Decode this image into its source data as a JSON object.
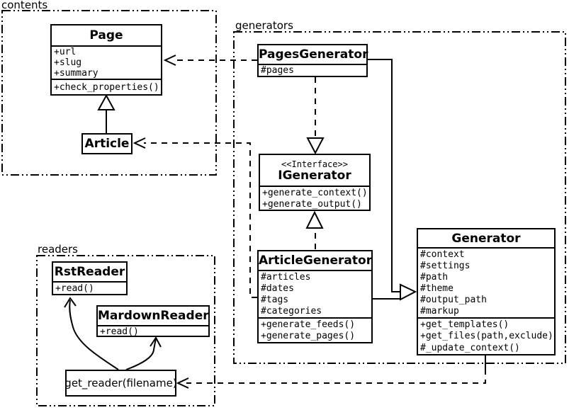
{
  "uml": {
    "packages": {
      "contents": {
        "label": "contents"
      },
      "generators": {
        "label": "generators"
      },
      "readers": {
        "label": "readers"
      }
    },
    "classes": {
      "page": {
        "name": "Page",
        "attributes": [
          "+url",
          "+slug",
          "+summary"
        ],
        "methods": [
          "+check_properties()"
        ]
      },
      "article": {
        "name": "Article"
      },
      "pages_generator": {
        "name": "PagesGenerator",
        "attributes": [
          "#pages"
        ]
      },
      "igenerator": {
        "stereotype": "<<Interface>>",
        "name": "IGenerator",
        "methods": [
          "+generate_context()",
          "+generate_output()"
        ]
      },
      "article_generator": {
        "name": "ArticleGenerator",
        "attributes": [
          "#articles",
          "#dates",
          "#tags",
          "#categories"
        ],
        "methods": [
          "+generate_feeds()",
          "+generate_pages()"
        ]
      },
      "generator": {
        "name": "Generator",
        "attributes": [
          "#context",
          "#settings",
          "#path",
          "#theme",
          "#output_path",
          "#markup"
        ],
        "methods": [
          "+get_templates()",
          "+get_files(path,exclude)",
          "#_update_context()"
        ]
      },
      "rst_reader": {
        "name": "RstReader",
        "methods": [
          "+read()"
        ]
      },
      "mardown_reader": {
        "name": "MardownReader",
        "methods": [
          "+read()"
        ]
      },
      "get_reader": {
        "label": "get_reader(filename)"
      }
    },
    "edges": [
      {
        "from": "Article",
        "to": "Page",
        "type": "inheritance"
      },
      {
        "from": "PagesGenerator",
        "to": "Page",
        "type": "dependency"
      },
      {
        "from": "ArticleGenerator",
        "to": "Article",
        "type": "dependency"
      },
      {
        "from": "PagesGenerator",
        "to": "IGenerator",
        "type": "realization"
      },
      {
        "from": "ArticleGenerator",
        "to": "IGenerator",
        "type": "realization"
      },
      {
        "from": "PagesGenerator",
        "to": "Generator",
        "type": "inheritance"
      },
      {
        "from": "ArticleGenerator",
        "to": "Generator",
        "type": "inheritance"
      },
      {
        "from": "Generator",
        "to": "get_reader(filename)",
        "type": "dependency"
      },
      {
        "from": "get_reader(filename)",
        "to": "RstReader",
        "type": "arrow"
      },
      {
        "from": "get_reader(filename)",
        "to": "MardownReader",
        "type": "arrow"
      }
    ],
    "colors": {
      "line": "#000000",
      "background": "#ffffff"
    }
  }
}
